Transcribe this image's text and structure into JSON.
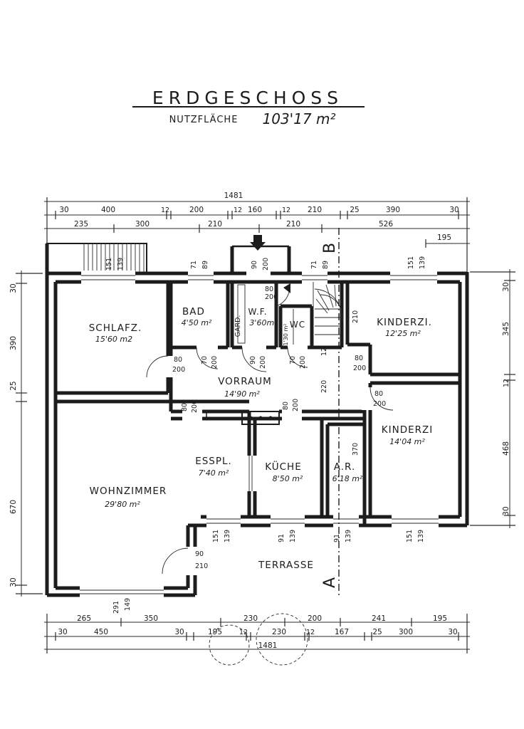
{
  "header": {
    "title": "ERDGESCHOSS",
    "subtitle_label": "NUTZFLÄCHE",
    "subtitle_value": "103'17 m²"
  },
  "rooms": {
    "schlafz": {
      "name": "SCHLAFZ.",
      "area": "15'60 m2"
    },
    "bad": {
      "name": "BAD",
      "area": "4'50 m²"
    },
    "gard": {
      "name": "GARD."
    },
    "wf": {
      "name": "W.F.",
      "area": "3'60m²"
    },
    "wc": {
      "name": "WC",
      "area": "1'30 m²"
    },
    "kinderzi1": {
      "name": "KINDERZI.",
      "area": "12'25 m²"
    },
    "vorraum": {
      "name": "VORRAUM",
      "area": "14'90 m²"
    },
    "kinderzi2": {
      "name": "KINDERZI",
      "area": "14'04 m²"
    },
    "esspl": {
      "name": "ESSPL.",
      "area": "7'40 m²"
    },
    "kueche": {
      "name": "KÜCHE",
      "area": "8'50 m²"
    },
    "ar": {
      "name": "A.R.",
      "area": "6'18 m²"
    },
    "wohnzimmer": {
      "name": "WOHNZIMMER",
      "area": "29'80 m²"
    },
    "terrasse": {
      "name": "TERRASSE"
    }
  },
  "section_marks": {
    "a": "A",
    "b": "B"
  },
  "dims_top": {
    "total": "1481",
    "row1": [
      "30",
      "400",
      "12",
      "200",
      "12",
      "160",
      "12",
      "210",
      "25",
      "390",
      "30"
    ],
    "row2": [
      "235",
      "300",
      "210",
      "210",
      "526"
    ],
    "extra": "195"
  },
  "dims_bottom": {
    "total": "1481",
    "row1": [
      "265",
      "350",
      "230",
      "200",
      "241",
      "195"
    ],
    "row2": [
      "30",
      "450",
      "30",
      "195",
      "12",
      "230",
      "12",
      "167",
      "25",
      "300",
      "30"
    ]
  },
  "dims_left": [
    "30",
    "390",
    "25",
    "670",
    "30"
  ],
  "dims_right": [
    "30",
    "345",
    "12",
    "468",
    "30"
  ],
  "openings": {
    "stair_w_top": "151",
    "stair_h_top": "139",
    "bad_w": "71",
    "bad_h": "89",
    "wf_w": "90",
    "wf_h": "200",
    "wc_w": "71",
    "wc_h": "89",
    "k1_w": "151",
    "k1_h": "139",
    "d_schlafz_w": "80",
    "d_schlafz_h": "200",
    "d_bad_w": "70",
    "d_bad_h": "200",
    "d_wf_w": "90",
    "d_wf_h": "200",
    "d_wc_w": "70",
    "d_wc_h": "200",
    "d_k1_w": "80",
    "d_k1_h": "200",
    "d_k2_w": "80",
    "d_k2_h": "200",
    "d_vor_w": "80",
    "d_vor_h": "200",
    "d_ess_w": "80",
    "d_ess_h": "200",
    "wf_door_w": "80",
    "wf_door_h": "200",
    "vorraum_220": "220",
    "stair_12": "12",
    "ar_370": "370",
    "k1_210": "210",
    "ess_w": "151",
    "ess_h": "139",
    "kue_w": "91",
    "kue_h": "139",
    "ar_w": "91",
    "ar_h": "139",
    "k2_w": "151",
    "k2_h": "139",
    "terr_door_w": "90",
    "terr_door_h": "210",
    "wohn_w": "291",
    "wohn_h": "149"
  }
}
